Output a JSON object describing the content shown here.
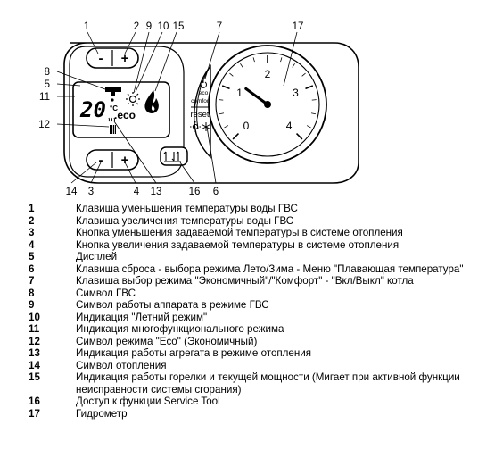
{
  "callouts": {
    "top": [
      "1",
      "2",
      "9",
      "10",
      "15",
      "7",
      "17"
    ],
    "left": [
      "8",
      "5",
      "11",
      "12"
    ],
    "bottom": [
      "14",
      "3",
      "4",
      "13",
      "16",
      "6"
    ]
  },
  "display": {
    "temperature": "20",
    "unit": "°C",
    "eco_label": ".eco"
  },
  "buttons": {
    "minus": "-",
    "plus": "+"
  },
  "panel": {
    "eco_label": "eco",
    "comfort_label": "comfort",
    "reset_label": "reset"
  },
  "gauge": {
    "ticks": [
      "0",
      "1",
      "2",
      "3",
      "4"
    ],
    "value": 1.2,
    "min": 0,
    "max": 4
  },
  "legend": [
    {
      "num": "1",
      "text": "Клавиша уменьшения температуры воды ГВС"
    },
    {
      "num": "2",
      "text": "Клавиша увеличения температуры воды ГВС"
    },
    {
      "num": "3",
      "text": "Кнопка уменьшения задаваемой температуры в системе отопления"
    },
    {
      "num": "4",
      "text": "Кнопка увеличения задаваемой температуры в системе отопления"
    },
    {
      "num": "5",
      "text": "Дисплей"
    },
    {
      "num": "6",
      "text": "Клавиша сброса - выбора режима Лето/Зима - Меню \"Плавающая температура\""
    },
    {
      "num": "7",
      "text": "Клавиша выбор режима \"Экономичный\"/\"Комфорт\" - \"Вкл/Выкл\" котла"
    },
    {
      "num": "8",
      "text": "Символ ГВС"
    },
    {
      "num": "9",
      "text": "Символ работы аппарата в режиме ГВС"
    },
    {
      "num": "10",
      "text": "Индикация \"Летний режим\""
    },
    {
      "num": "11",
      "text": "Индикация многофункционального режима"
    },
    {
      "num": "12",
      "text": "Символ режима \"Eco\" (Экономичный)"
    },
    {
      "num": "13",
      "text": "Индикация работы агрегата в режиме отопления"
    },
    {
      "num": "14",
      "text": "Символ отопления"
    },
    {
      "num": "15",
      "text": "Индикация работы горелки и текущей мощности (Мигает при активной функции неисправности системы сгорания)"
    },
    {
      "num": "16",
      "text": "Доступ к функции Service Tool"
    },
    {
      "num": "17",
      "text": "Гидрометр"
    }
  ]
}
